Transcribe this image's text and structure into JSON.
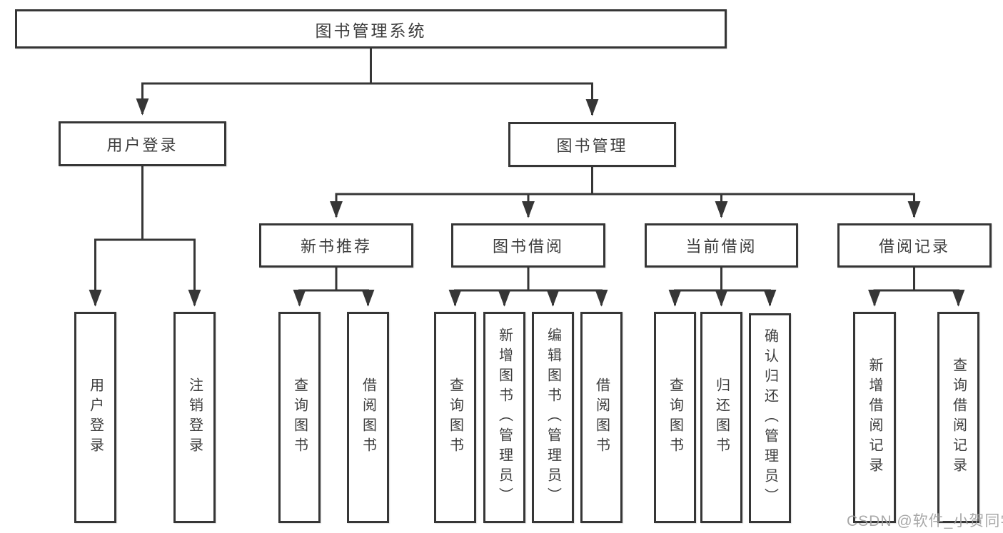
{
  "diagram": {
    "title": "图书管理系统",
    "root": "图书管理系统",
    "branches": [
      {
        "label": "用户登录",
        "children": [
          "用户登录",
          "注销登录"
        ]
      },
      {
        "label": "图书管理",
        "groups": [
          {
            "label": "新书推荐",
            "children": [
              "查询图书",
              "借阅图书"
            ]
          },
          {
            "label": "图书借阅",
            "children": [
              "查询图书",
              "新增图书（管理员）",
              "编辑图书（管理员）",
              "借阅图书"
            ]
          },
          {
            "label": "当前借阅",
            "children": [
              "查询图书",
              "归还图书",
              "确认归还（管理员）"
            ]
          },
          {
            "label": "借阅记录",
            "children": [
              "新增借阅记录",
              "查询借阅记录"
            ]
          }
        ]
      }
    ]
  },
  "watermark": "CSDN @软件_小贺同学",
  "colors": {
    "line": "#363636",
    "border": "#363636",
    "text": "#3d3d3d",
    "watermark": "#9e9e9e",
    "background": "#ffffff"
  }
}
